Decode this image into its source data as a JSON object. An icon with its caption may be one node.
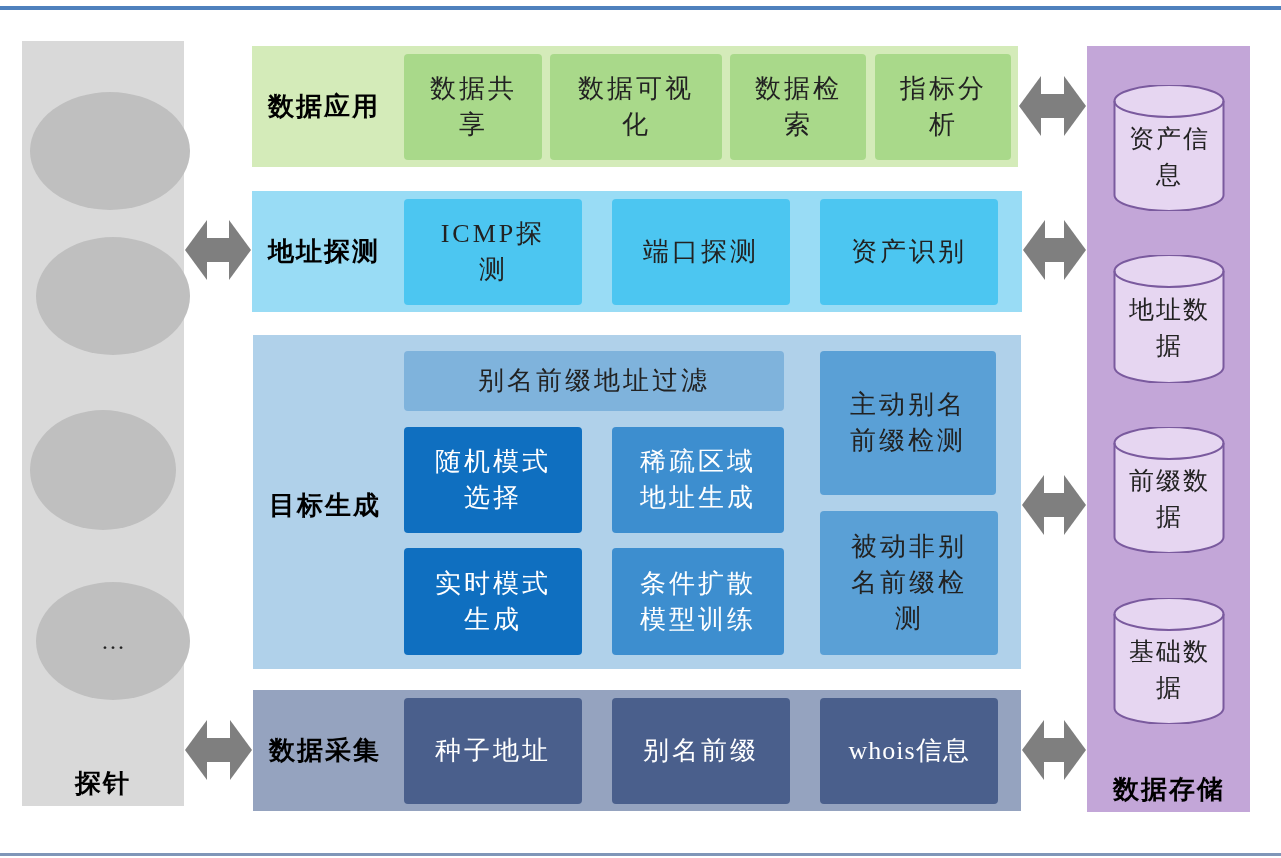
{
  "diagram": {
    "nodes": [
      {
        "text": [
          "探针"
        ]
      },
      {
        "text": [],
        "shape": "circle",
        "in": 0
      },
      {
        "text": [],
        "shape": "circle",
        "in": 0
      },
      {
        "text": [],
        "shape": "circle",
        "in": 0
      },
      {
        "text": [
          "…"
        ],
        "in": 0
      },
      {
        "text": [
          "数据应用"
        ]
      },
      {
        "text": [
          "数据共享"
        ],
        "in": 5
      },
      {
        "text": [
          "数据可视化"
        ],
        "in": 5
      },
      {
        "text": [
          "数据检索"
        ],
        "in": 5
      },
      {
        "text": [
          "指标分析"
        ],
        "in": 5
      },
      {
        "text": [
          "地址探测"
        ]
      },
      {
        "text": [
          "ICMP探测"
        ],
        "in": 10
      },
      {
        "text": [
          "端口探测"
        ],
        "in": 10
      },
      {
        "text": [
          "资产识别"
        ],
        "in": 10
      },
      {
        "text": [
          "目标生成"
        ]
      },
      {
        "text": [
          "别名前缀地址过滤"
        ],
        "in": 14
      },
      {
        "text": [
          "主动别名前缀检测"
        ],
        "in": 14
      },
      {
        "text": [
          "随机模式选择"
        ],
        "in": 14
      },
      {
        "text": [
          "稀疏区域地址生成"
        ],
        "in": 14
      },
      {
        "text": [
          "实时模式生成"
        ],
        "in": 14
      },
      {
        "text": [
          "条件扩散模型训练"
        ],
        "in": 14
      },
      {
        "text": [
          "被动非别名前缀检测"
        ],
        "in": 14
      },
      {
        "text": [
          "数据采集"
        ]
      },
      {
        "text": [
          "种子地址"
        ],
        "in": 22
      },
      {
        "text": [
          "别名前缀"
        ],
        "in": 22
      },
      {
        "text": [
          "whois信息"
        ],
        "in": 22
      },
      {
        "text": [
          "数据存储"
        ]
      },
      {
        "text": [
          "资产信息"
        ],
        "in": 26
      },
      {
        "text": [
          "地址数据"
        ],
        "in": 26
      },
      {
        "text": [
          "前缀数据"
        ],
        "in": 26
      },
      {
        "text": [
          "基础数据"
        ],
        "in": 26
      }
    ],
    "edges": [
      {
        "from": 0,
        "to": 10,
        "arrow": "both"
      },
      {
        "from": 0,
        "to": 22,
        "arrow": "both"
      },
      {
        "from": 5,
        "to": 26,
        "arrow": "both"
      },
      {
        "from": 10,
        "to": 26,
        "arrow": "both"
      },
      {
        "from": 14,
        "to": 26,
        "arrow": "both"
      },
      {
        "from": 22,
        "to": 26,
        "arrow": "both"
      }
    ]
  }
}
